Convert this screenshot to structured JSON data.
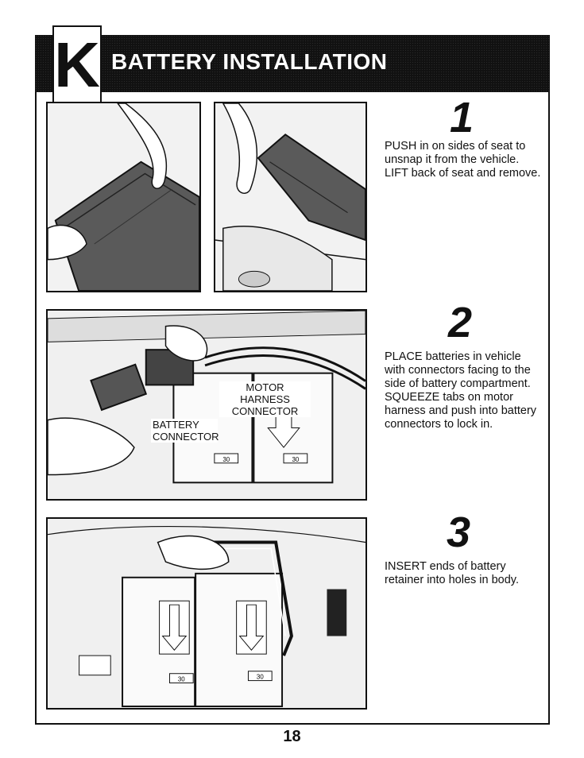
{
  "header": {
    "section_letter": "K",
    "title": "BATTERY INSTALLATION"
  },
  "steps": [
    {
      "number": "1",
      "text": "PUSH in on sides of seat to unsnap it from the vehicle. LIFT back of seat and remove."
    },
    {
      "number": "2",
      "text": "PLACE batteries in vehicle with connectors facing to the side of battery compartment. SQUEEZE tabs on motor harness and push into battery connectors to lock in."
    },
    {
      "number": "3",
      "text": "INSERT ends of battery retainer into holes in body."
    }
  ],
  "callouts": {
    "motor_harness": "MOTOR HARNESS CONNECTOR",
    "battery": "BATTERY CONNECTOR"
  },
  "battery_labels": [
    "30",
    "30",
    "30",
    "30"
  ],
  "page_number": "18"
}
